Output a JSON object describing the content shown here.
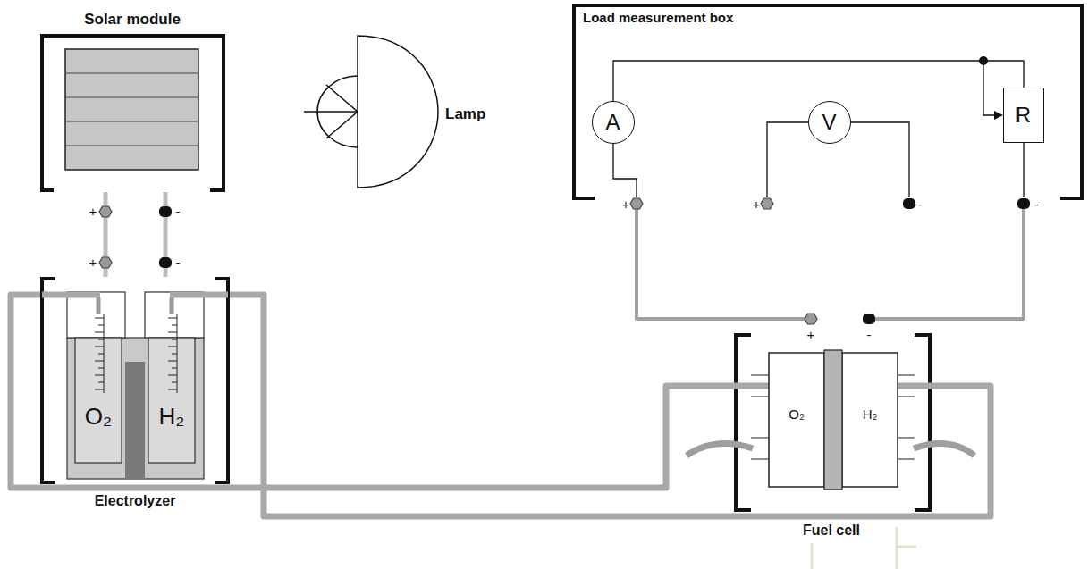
{
  "diagram": {
    "nodes": [
      {
        "text": [
          "Solar module"
        ]
      },
      {
        "text": [
          "Lamp"
        ]
      },
      {
        "text": [
          "Load measurement box"
        ]
      },
      {
        "text": [
          "A"
        ],
        "in": 2
      },
      {
        "text": [
          "V"
        ],
        "in": 2
      },
      {
        "text": [
          "R"
        ],
        "in": 2
      },
      {
        "text": [
          "Electrolyzer",
          "O₂",
          "H₂"
        ]
      },
      {
        "text": [
          "Fuel cell",
          "O₂",
          "H₂"
        ]
      }
    ],
    "edges": [
      {
        "from": 0,
        "to": 6,
        "arrow": "none"
      },
      {
        "from": 0,
        "to": 6,
        "arrow": "none"
      },
      {
        "from": 3,
        "to": 5,
        "arrow": "none"
      },
      {
        "from": 6,
        "to": 7,
        "arrow": "none"
      },
      {
        "from": 6,
        "to": 7,
        "arrow": "none"
      },
      {
        "from": 7,
        "to": 2,
        "arrow": "none"
      },
      {
        "from": 7,
        "to": 2,
        "arrow": "none"
      }
    ],
    "labels": [
      "+",
      "-",
      "+",
      "-",
      "+",
      "+",
      "-",
      "-",
      "+",
      "-"
    ]
  }
}
